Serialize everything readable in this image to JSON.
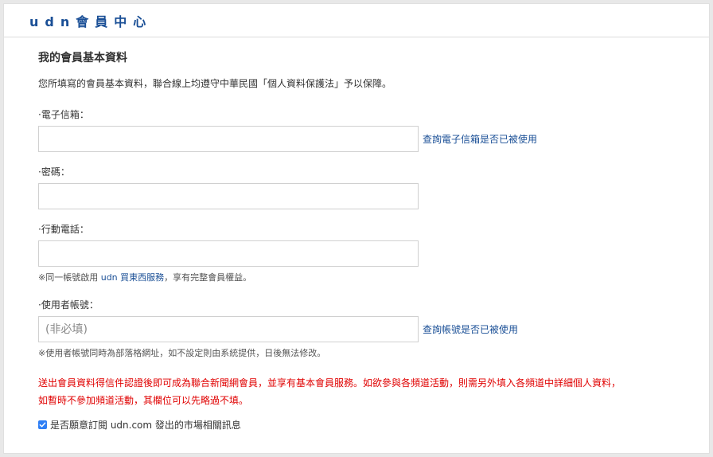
{
  "header": {
    "logo_text": "udn會員中心"
  },
  "page": {
    "title": "我的會員基本資料",
    "intro": "您所填寫的會員基本資料，聯合線上均遵守中華民國「個人資料保護法」予以保障。"
  },
  "fields": {
    "email": {
      "label": "·電子信箱：",
      "value": "",
      "link": "查詢電子信箱是否已被使用"
    },
    "password": {
      "label": "·密碼：",
      "value": ""
    },
    "mobile": {
      "label": "·行動電話：",
      "value": "",
      "note_prefix": "※同一帳號啟用 ",
      "note_link": "udn 買東西服務",
      "note_suffix": "，享有完整會員權益。"
    },
    "username": {
      "label": "·使用者帳號：",
      "value": "",
      "placeholder": "(非必填)",
      "link": "查詢帳號是否已被使用",
      "note": "※使用者帳號同時為部落格網址，如不設定則由系統提供，日後無法修改。"
    }
  },
  "warning": {
    "line1": "送出會員資料得信件認證後即可成為聯合新聞網會員，並享有基本會員服務。如欲參與各頻道活動，則需另外填入各頻道中詳細個人資料，",
    "line2": "如暫時不參加頻道活動，其欄位可以先略過不填。"
  },
  "consent": {
    "checked": true,
    "label": "是否願意訂閱 udn.com 發出的市場相關訊息"
  },
  "colors": {
    "accent": "#1a4f96",
    "warning": "#e00000",
    "checkbox": "#2f7ff5"
  }
}
